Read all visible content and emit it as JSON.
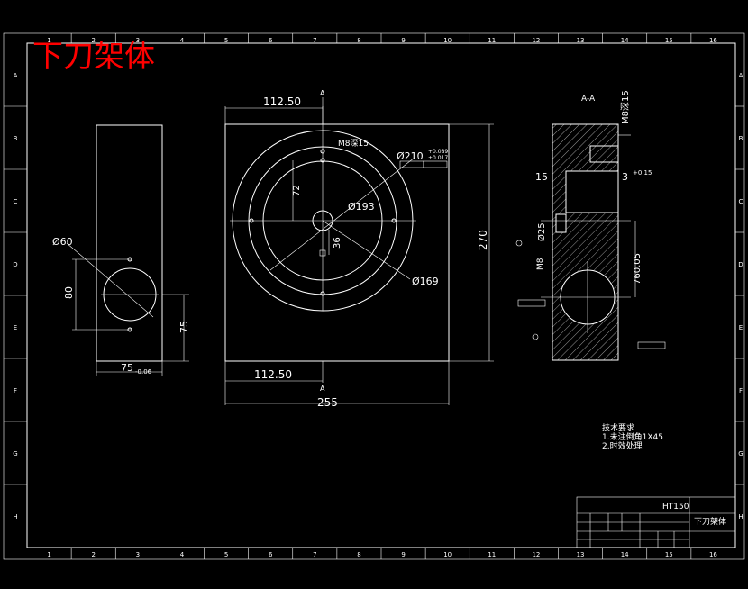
{
  "title": "下刀架体",
  "frame": {
    "col_labels": [
      "1",
      "2",
      "3",
      "4",
      "5",
      "6",
      "7",
      "8",
      "9",
      "10",
      "11",
      "12",
      "13",
      "14",
      "15",
      "16"
    ],
    "row_labels": [
      "A",
      "B",
      "C",
      "D",
      "E",
      "F",
      "G",
      "H"
    ]
  },
  "front_view": {
    "dim_width_top": "112.50",
    "dim_width_bottom": "112.50",
    "dim_total_width": "255",
    "dim_height": "270",
    "hole_label": "M8深15",
    "dia_outer": "Ø210",
    "tol_plus": "+0.089",
    "tol_minus": "+0.017",
    "dia_mid": "Ø193",
    "dia_inner": "Ø169",
    "dim_72": "72",
    "dim_36": "36",
    "section_mark": "A"
  },
  "left_view": {
    "dia_bore": "Ø60",
    "dim_80": "80",
    "dim_75_side": "75",
    "dim_75_bottom": "75",
    "tol_bottom": "-0.06"
  },
  "section_view": {
    "header": "A-A",
    "dim_m8": "M8深15",
    "dim_15": "15",
    "dim_3": "3",
    "dim_015": "+0.15",
    "dim_25": "Ø25",
    "dim_760": "760.05",
    "dim_m8b": "M8"
  },
  "notes": {
    "heading": "技术要求",
    "line1": "1.未注倒角1X45",
    "line2": "2.时效处理"
  },
  "title_block": {
    "material": "HT150",
    "part_name": "下刀架体"
  }
}
